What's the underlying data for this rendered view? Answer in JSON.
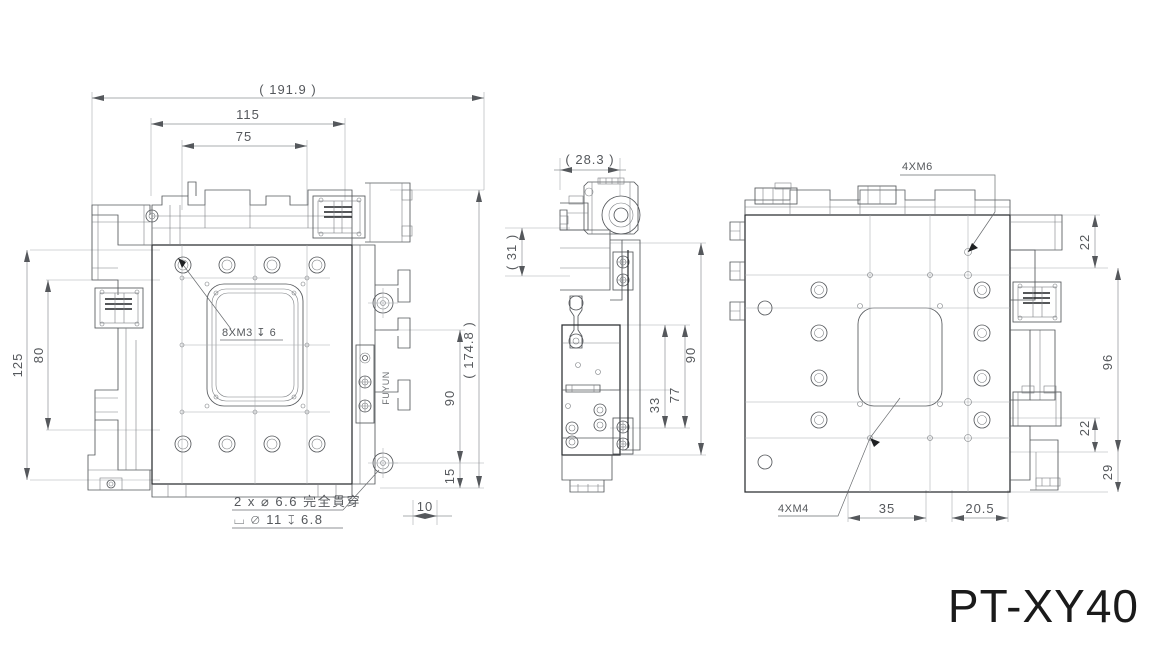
{
  "drawing": {
    "title": "PT-XY40",
    "brand_mark": "FUYUN",
    "background": "#ffffff",
    "line_color": "#54575b",
    "dim_color": "#55585c",
    "heavy_color": "#2b2d30"
  },
  "views": {
    "front": {
      "name": "front-view"
    },
    "side": {
      "name": "side-view"
    },
    "top": {
      "name": "top-view"
    }
  },
  "dimensions": {
    "front": {
      "overall_width": "( 191.9 )",
      "width_115": "115",
      "width_75": "75",
      "height_125": "125",
      "height_80": "80",
      "overall_height": "( 174.8 )",
      "height_90": "90",
      "height_15": "15",
      "depth_10": "10"
    },
    "side": {
      "width_283": "( 28.3 )",
      "height_31": "( 31 )",
      "height_90": "90",
      "height_77": "77",
      "height_33": "33"
    },
    "top": {
      "height_22_top": "22",
      "height_96": "96",
      "height_22_bottom": "22",
      "height_29": "29",
      "width_35": "35",
      "width_205": "20.5"
    }
  },
  "callouts": {
    "thread_8xm3": "8XM3 ↧ 6",
    "thru_hole_line1": "2 x ⌀ 6.6 完全貫穿",
    "thru_hole_line2": "⌴ ⌀ 11 ↧ 6.8",
    "thread_4xm6": "4XM6",
    "thread_4xm4": "4XM4"
  }
}
